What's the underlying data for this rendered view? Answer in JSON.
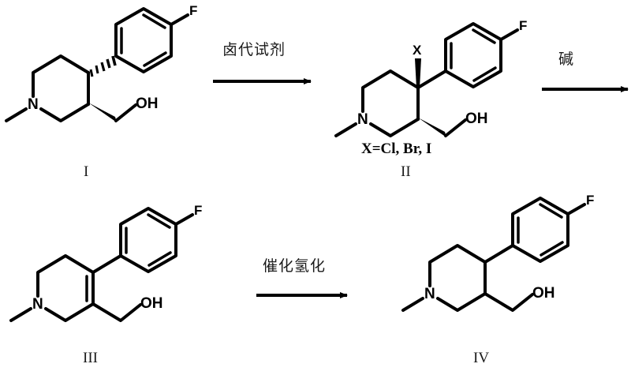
{
  "scheme": {
    "title": "",
    "background_color": "#ffffff",
    "bond_color": "#000000",
    "text_color": "#1a1a1a"
  },
  "structures": [
    {
      "id": "structure-1",
      "label": "I",
      "name": "(3S,4R)-4-(4-fluorophenyl)-1-methylpiperidin-3-yl)methanol",
      "atoms": {
        "nitrogen": "N",
        "fluorine": "F",
        "hydroxyl": "OH"
      },
      "ring_type": "piperidine",
      "stereo": "hashed wedge at C4, bold wedge at C3"
    },
    {
      "id": "structure-2",
      "label": "II",
      "name": "4-halo-4-(4-fluorophenyl)-1-methylpiperidin-3-yl)methanol",
      "atoms": {
        "nitrogen": "N",
        "fluorine": "F",
        "hydroxyl": "OH",
        "halogen": "X"
      },
      "halogen_definition": "X=Cl, Br, I",
      "ring_type": "piperidine",
      "stereo": "bold wedge at C4 to X, bold wedge at C3"
    },
    {
      "id": "structure-3",
      "label": "III",
      "name": "(4-(4-fluorophenyl)-1-methyl-1,2,5,6-tetrahydropyridin-3-yl)methanol",
      "atoms": {
        "nitrogen": "N",
        "fluorine": "F",
        "hydroxyl": "OH"
      },
      "ring_type": "tetrahydropyridine",
      "stereo": "C3=C4 double bond"
    },
    {
      "id": "structure-4",
      "label": "IV",
      "name": "(4-(4-fluorophenyl)-1-methylpiperidin-3-yl)methanol",
      "atoms": {
        "nitrogen": "N",
        "fluorine": "F",
        "hydroxyl": "OH"
      },
      "ring_type": "piperidine",
      "stereo": "none shown"
    }
  ],
  "arrows": [
    {
      "id": "arrow-1",
      "label": "卤代试剂",
      "meaning": "halogenating reagent"
    },
    {
      "id": "arrow-2",
      "label": "碱",
      "meaning": "base"
    },
    {
      "id": "arrow-3",
      "label": "催化氢化",
      "meaning": "catalytic hydrogenation"
    }
  ]
}
